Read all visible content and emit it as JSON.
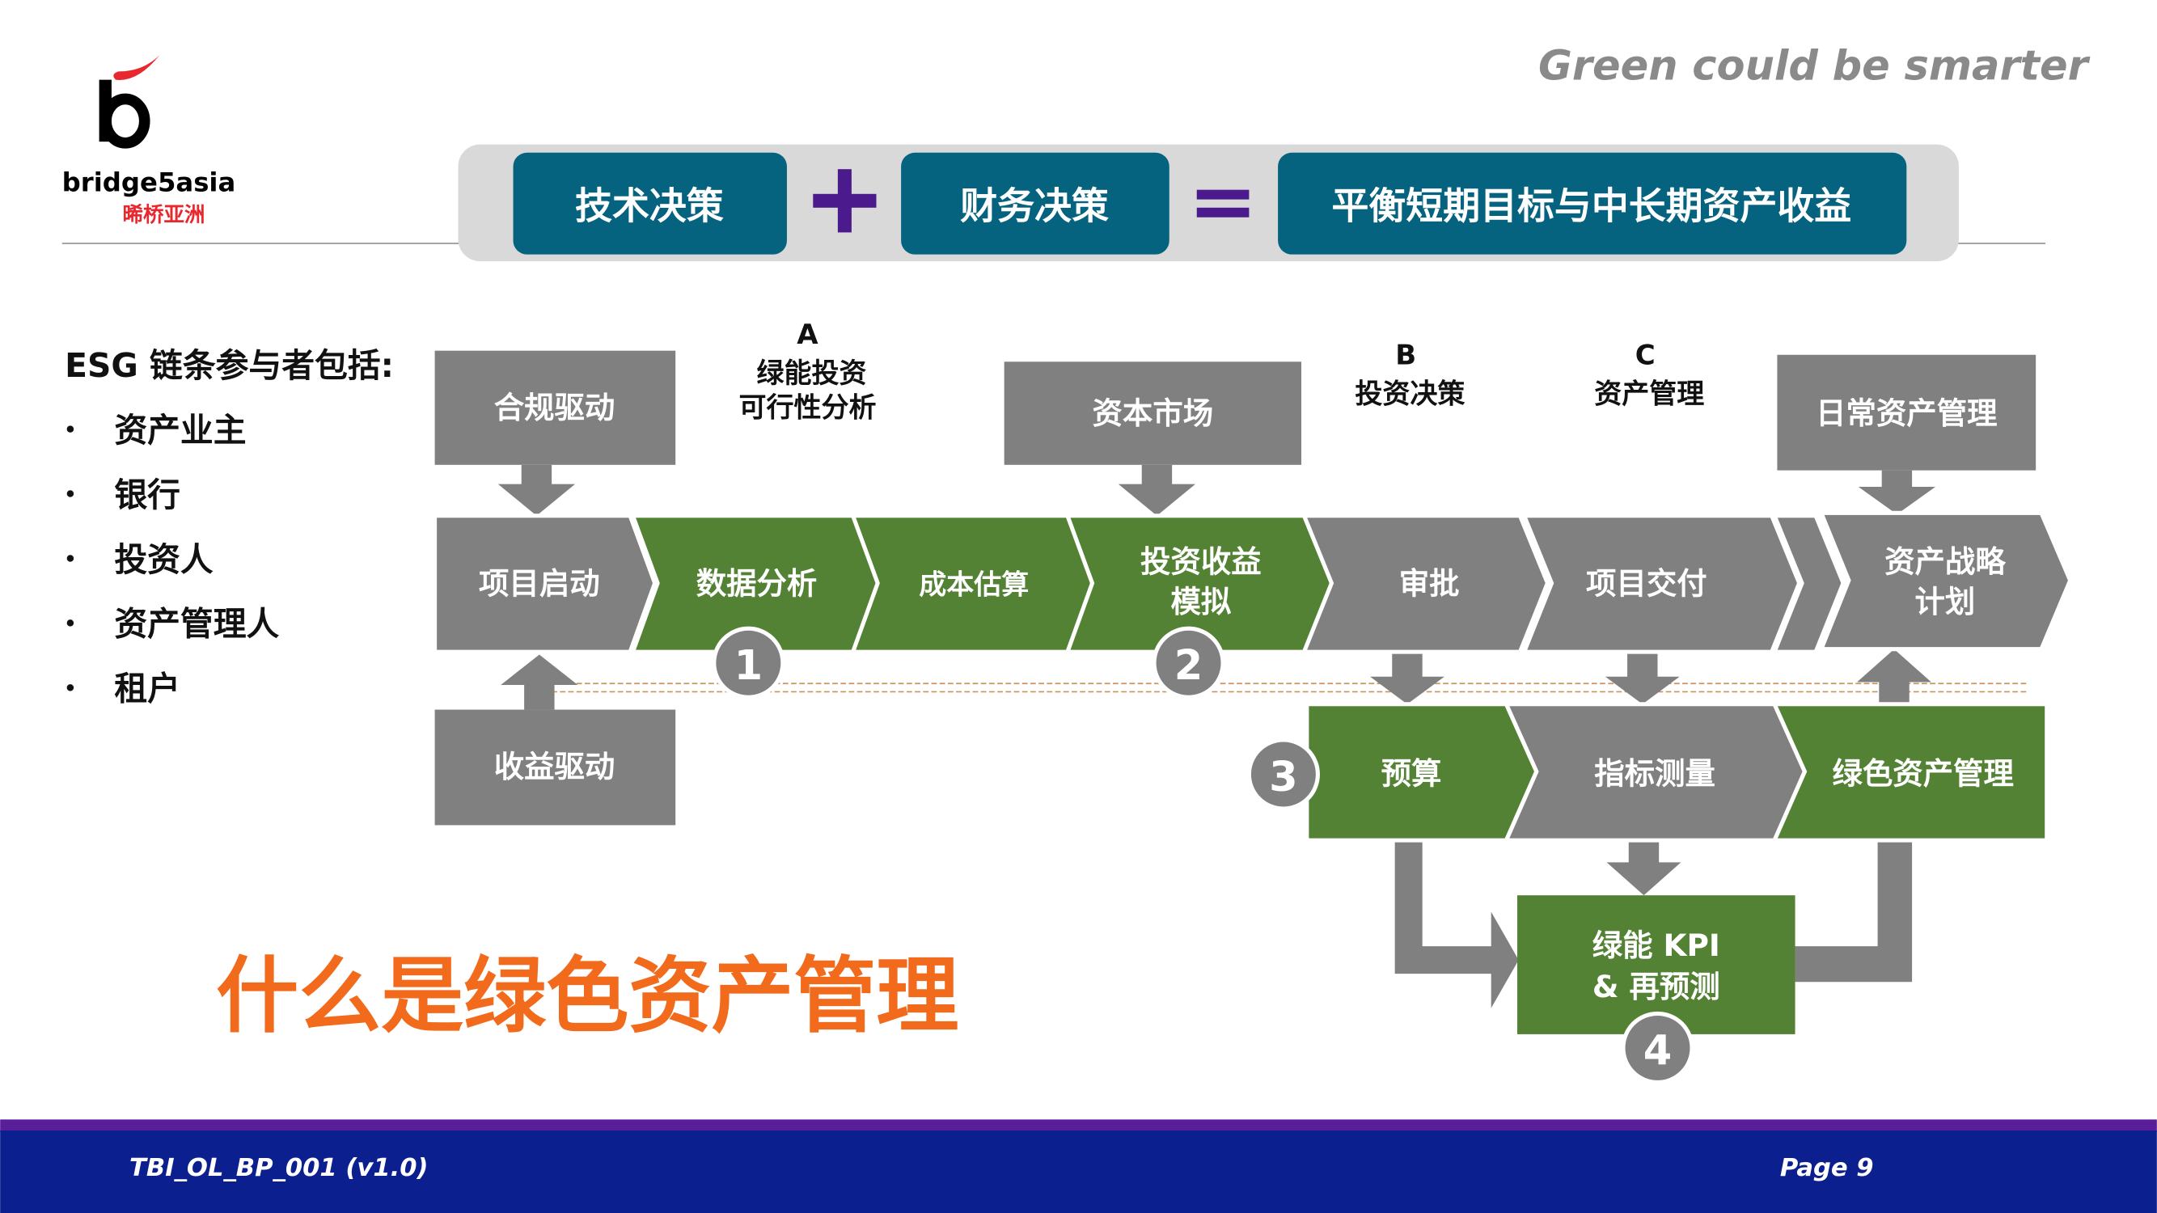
{
  "logo": {
    "brand_en": "bridge5asia",
    "brand_cn": "晞桥亚洲"
  },
  "tagline": "Green could be smarter",
  "banner": {
    "tech": "技术决策",
    "plus": "+",
    "finance": "财务决策",
    "equals": "=",
    "result": "平衡短期目标与中长期资产收益"
  },
  "participants": {
    "heading": "ESG 链条参与者包括:",
    "items": [
      "资产业主",
      "银行",
      "投资人",
      "资产管理人",
      "租户"
    ]
  },
  "phase_labels": {
    "a_letter": "A",
    "a_line1": "绿能投资",
    "a_line2": "可行性分析",
    "b_letter": "B",
    "b_text": "投资决策",
    "c_letter": "C",
    "c_text": "资产管理"
  },
  "drivers": {
    "compliance": "合规驱动",
    "capital": "资本市场",
    "daily": "日常资产管理",
    "revenue": "收益驱动"
  },
  "top_flow": {
    "start": "项目启动",
    "data": "数据分析",
    "cost": "成本估算",
    "roi1": "投资收益",
    "roi2": "模拟",
    "approve": "审批",
    "delivery": "项目交付",
    "strategy1": "资产战略",
    "strategy2": "计划"
  },
  "bottom_flow": {
    "budget": "预算",
    "metrics": "指标测量",
    "gam": "绿色资产管理",
    "kpi1": "绿能 KPI",
    "kpi2": "& 再预测"
  },
  "steps": [
    "1",
    "2",
    "3",
    "4"
  ],
  "title": "什么是绿色资产管理",
  "footer": {
    "doc_id": "TBI_OL_BP_001 (v1.0)",
    "page": "Page 9"
  },
  "colors": {
    "teal": "#05637F",
    "gray": "#808080",
    "green": "#548235",
    "purple": "#4B1A8C",
    "orange": "#F26B1D",
    "navy": "#0B1F8F"
  }
}
